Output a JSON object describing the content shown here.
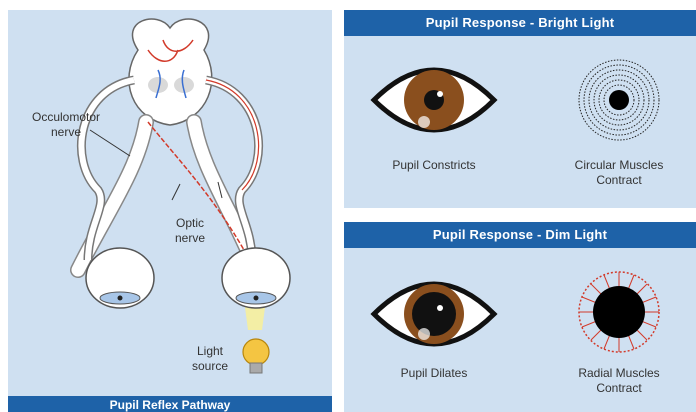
{
  "left": {
    "title": "Pupil Reflex Pathway",
    "label_occulomotor_line1": "Occulomotor",
    "label_occulomotor_line2": "nerve",
    "label_optic_line1": "Optic",
    "label_optic_line2": "nerve",
    "label_light_line1": "Light",
    "label_light_line2": "source"
  },
  "bright": {
    "title": "Pupil Response - Bright Light",
    "eye_caption": "Pupil Constricts",
    "muscle_caption_line1": "Circular Muscles",
    "muscle_caption_line2": "Contract"
  },
  "dim": {
    "title": "Pupil Response - Dim Light",
    "eye_caption": "Pupil Dilates",
    "muscle_caption_line1": "Radial Muscles",
    "muscle_caption_line2": "Contract"
  },
  "colors": {
    "header": "#1e62a8",
    "panel": "#cfe0f1",
    "iris": "#8a4f1e",
    "nerve_signal": "#d23a2a",
    "light_beam": "#f6ef9c"
  }
}
